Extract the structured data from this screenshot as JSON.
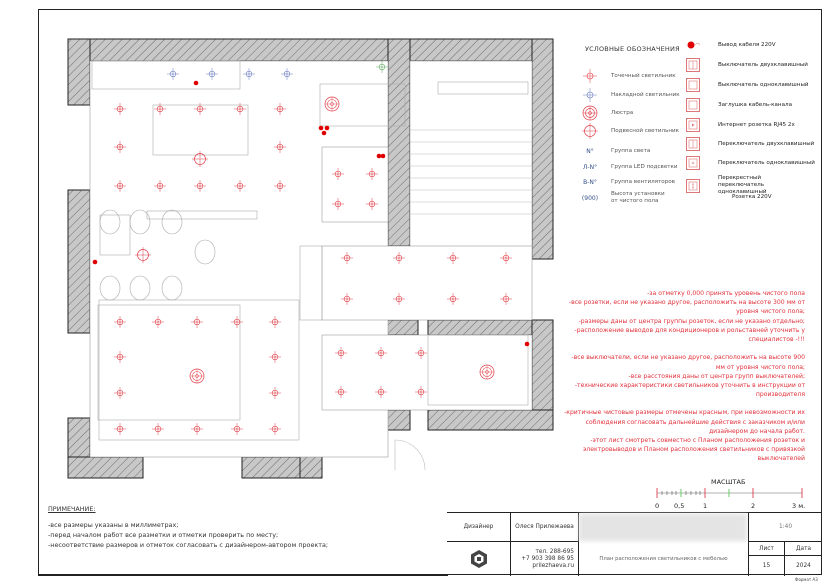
{
  "legend": {
    "title": "УСЛОВНЫЕ ОБОЗНАЧЕНИЯ",
    "left_items": [
      {
        "icon": "spot-light-icon",
        "symbol": "",
        "label": "Точечный светильник"
      },
      {
        "icon": "surface-light-icon",
        "symbol": "",
        "label": "Накладной светильник"
      },
      {
        "icon": "chandelier-icon",
        "symbol": "",
        "label": "Люстра"
      },
      {
        "icon": "pendant-light-icon",
        "symbol": "",
        "label": "Подвесной светильник"
      },
      {
        "icon": "light-group-icon",
        "symbol": "N°",
        "label": "Группа света"
      },
      {
        "icon": "led-group-icon",
        "symbol": "Л-N°",
        "label": "Группа LED подсветки"
      },
      {
        "icon": "fan-group-icon",
        "symbol": "В-N°",
        "label": "Группа вентиляторов"
      },
      {
        "icon": "height-mark-icon",
        "symbol": "(900)",
        "label": "Высота установки от чистого пола"
      }
    ],
    "right_items": [
      {
        "icon": "cable-outlet-icon",
        "label": "Вывод кабеля 220V"
      },
      {
        "icon": "double-switch-icon",
        "label": "Выключатель двухклавишный"
      },
      {
        "icon": "single-switch-icon",
        "label": "Выключатель одноклавишный"
      },
      {
        "icon": "cable-channel-plug-icon",
        "label": "Заглушка кабель-канала"
      },
      {
        "icon": "rj45-socket-icon",
        "label": "Интернет розетка RJ45 2х"
      },
      {
        "icon": "double-toggle-switch-icon",
        "label": "Переключатель двухклавишный"
      },
      {
        "icon": "single-toggle-switch-icon",
        "label": "Переключатель одноклавишный"
      },
      {
        "icon": "cross-switch-icon",
        "label": "Перекрестный переключатель одноклавишный"
      },
      {
        "icon": "socket-icon",
        "label": "Розетка 220V"
      }
    ]
  },
  "notes": [
    "-за отметку 0,000 принять уровень чистого пола",
    "-все розетки, если не указано другое, расположить на высоте 300 мм от",
    "уровня чистого пола;",
    "-размеры даны от центра группы розеток, если не указано отдельно;",
    "-расположение выводов для кондиционеров и рольставней уточнить у",
    "специалистов -!!!",
    "",
    "-все выключатели, если не указано другое, расположить на высоте 900",
    "мм от уровня чистого пола;",
    "-все расстояния даны от центра групп выключателей;",
    "-технические характеристики светильников уточнить в инструкции от",
    "производителя",
    "",
    "-критичные чистовые размеры отмечены красным, при невозможности их",
    "соблюдения согласовать дальнейшие действия с заказчиком и/или",
    "дизайнером до начала работ.",
    "-этот лист смотреть совместно с Планом расположения розеток и",
    "электровыводов и Планом расположения светильников с привязкой",
    "выключателей"
  ],
  "remark": {
    "title": "ПРИМЕЧАНИЕ:",
    "lines": [
      "-все размеры указаны в миллиметрах;",
      "-перед началом работ все разметки и отметки проверить по месту;",
      "-несоответствие размеров и отметок согласовать с дизайнером-автором проекта;"
    ]
  },
  "scale": {
    "title": "МАСШТАБ",
    "labels": [
      "0",
      "0,5",
      "1",
      "2",
      "3 м."
    ]
  },
  "title_block": {
    "designer_label": "Дизайнер",
    "designer_name": "Олеся Прилежаева",
    "phone1": "тел. 288-695",
    "phone2": "+7 903 398 86 95",
    "site": "prilezhaeva.ru",
    "sheet_title": "План расположения светильников с мебелью",
    "scale_value": "1:40",
    "sheet_label": "Лист",
    "date_label": "Дата",
    "sheet_number": "15",
    "date_value": "2024"
  },
  "format_label": "Формат А3",
  "colors": {
    "light_red": "#e0404a",
    "surface_blue": "#6a7fc0",
    "outlet_red": "#e00000",
    "wall_fill": "#c8c8c8"
  }
}
